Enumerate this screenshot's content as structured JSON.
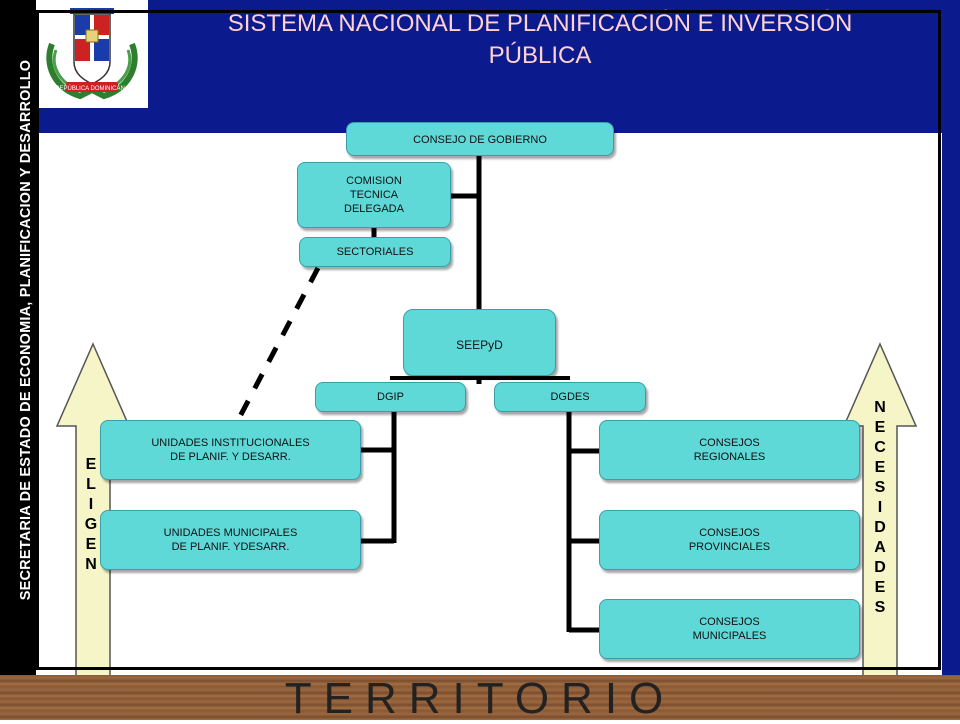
{
  "header": {
    "title_line1": "SISTEMA NACIONAL DE PLANIFICACIÓN E INVERSIÓN",
    "title_line2": "PÚBLICA",
    "coat_of_arms_text": "REPÚBLICA DOMINICANA"
  },
  "side_banner": {
    "text": "SECRETARIA DE ESTADO DE ECONOMIA, PLANIFICACION Y DESARROLLO"
  },
  "orgchart": {
    "consejo": "CONSEJO DE GOBIERNO",
    "comision": [
      "COMISION",
      "TECNICA",
      "DELEGADA"
    ],
    "sectoriales": "SECTORIALES",
    "seepyd": "SEEPyD",
    "dgip": "DGIP",
    "dgdes": "DGDES",
    "unidades_inst": [
      "UNIDADES INSTITUCIONALES",
      "DE PLANIF. Y DESARR."
    ],
    "unidades_mun": [
      "UNIDADES MUNICIPALES",
      "DE PLANIF. YDESARR."
    ],
    "consejos_reg": [
      "CONSEJOS",
      "REGIONALES"
    ],
    "consejos_prov": [
      "CONSEJOS",
      "PROVINCIALES"
    ],
    "consejos_mun": [
      "CONSEJOS",
      "MUNICIPALES"
    ]
  },
  "left_arrow": {
    "letters": [
      "E",
      "L",
      "I",
      "G",
      "E",
      "N"
    ]
  },
  "right_arrow": {
    "letters": [
      "N",
      "E",
      "C",
      "E",
      "S",
      "I",
      "D",
      "A",
      "D",
      "E",
      "S"
    ]
  },
  "footer": {
    "text": "TERRITORIO"
  },
  "colors": {
    "header_blue": "#0b1a8c",
    "node_fill": "#5fd8d8",
    "arrow_fill": "#f5f5c8",
    "title_text": "#ffd2d2",
    "footer_wood": "#8a5a36"
  }
}
